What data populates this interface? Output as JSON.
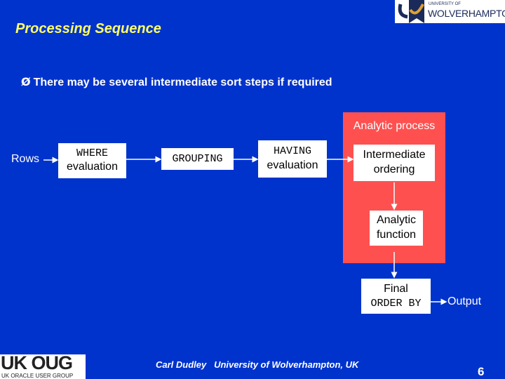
{
  "slide": {
    "title": "Processing Sequence",
    "bullet_marker": "Ø",
    "bullet": "There may be several intermediate sort steps if required"
  },
  "diagram": {
    "input_label": "Rows",
    "where": {
      "line1": "WHERE",
      "line2": "evaluation"
    },
    "grouping": "GROUPING",
    "having": {
      "line1": "HAVING",
      "line2": "evaluation"
    },
    "analytic_process": {
      "label": "Analytic process",
      "intermediate": {
        "line1": "Intermediate",
        "line2": "ordering"
      },
      "function": {
        "line1": "Analytic",
        "line2": "function"
      },
      "color": "#ff5050"
    },
    "final": {
      "line1": "Final",
      "line2": "ORDER BY"
    },
    "output_label": "Output"
  },
  "footer": {
    "text": "Carl Dudley   University of Wolverhampton, UK",
    "page": "6",
    "left_logo": {
      "main": "UK OUG",
      "sub": "UK ORACLE USER GROUP"
    },
    "right_logo": {
      "small": "UNIVERSITY OF",
      "main": "WOLVERHAMPTON"
    }
  },
  "colors": {
    "background": "#0033cc",
    "title": "#ffff66"
  }
}
